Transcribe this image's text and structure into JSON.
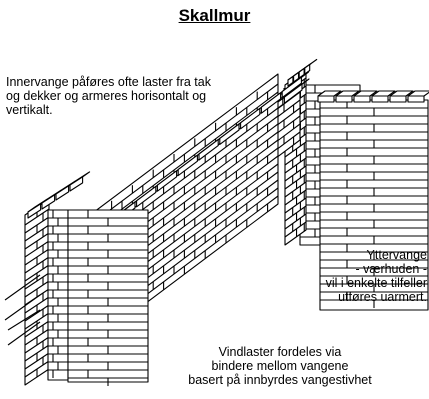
{
  "title": "Skallmur",
  "annotations": {
    "inner_line1": "Innervange påføres ofte laster fra tak",
    "inner_line2": "og dekker og armeres horisontalt og",
    "inner_line3": "vertikalt.",
    "outer_line1": "Yttervange",
    "outer_line2": "- værhuden -",
    "outer_line3": "vil i enkelte tilfeller",
    "outer_line4": "utføres uarmert.",
    "wind_line1": "Vindlaster fordeles via",
    "wind_line2": "bindere mellom vangene",
    "wind_line3": "basert på innbyrdes vangestivhet"
  },
  "colors": {
    "line": "#000000",
    "background": "#ffffff"
  }
}
